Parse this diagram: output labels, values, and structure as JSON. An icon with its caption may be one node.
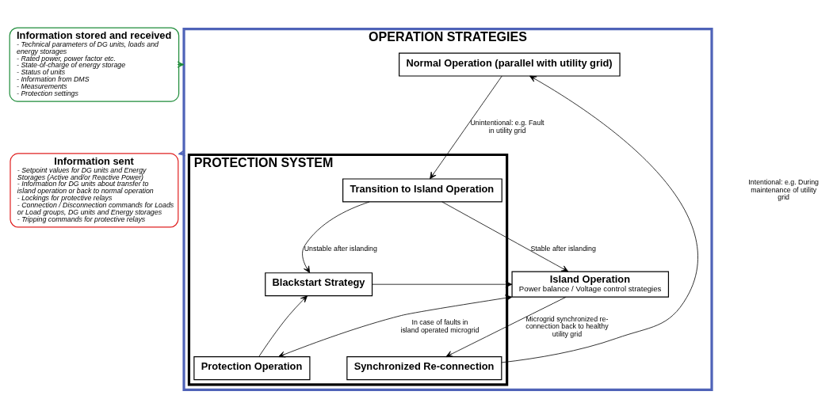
{
  "diagram": {
    "nodes": [
      {
        "text": [
          "Information stored and received",
          "- Technical parameters of DG units, loads and energy storages",
          "- Rated power, power factor etc.",
          "- State-of-charge of energy storage",
          "- Status of units",
          "- Information from DMS",
          "- Measurements",
          "- Protection settings"
        ]
      },
      {
        "text": [
          "Information sent",
          "- Setpoint values for DG units and Energy Storages (Active and/or Reactive Power)",
          "- Information for DG units about transfer to island operation or back to normal operation",
          "- Lockings for protective relays",
          "- Connection / Disconnection commands for Loads or Load groups, DG units and Energy storages",
          "- Tripping commands for protective relays"
        ]
      },
      {
        "text": [
          "OPERATION STRATEGIES"
        ]
      },
      {
        "text": [
          "Normal Operation (parallel with utility grid)"
        ],
        "in": 2
      },
      {
        "text": [
          "PROTECTION SYSTEM"
        ],
        "in": 2
      },
      {
        "text": [
          "Transition to Island Operation"
        ],
        "in": 4
      },
      {
        "text": [
          "Island Operation",
          "Power balance / Voltage control strategies"
        ],
        "in": 2
      },
      {
        "text": [
          "Blackstart Strategy"
        ],
        "in": 4
      },
      {
        "text": [
          "Synchronized Re-connection"
        ],
        "in": 4
      },
      {
        "text": [
          "Protection Operation"
        ],
        "in": 4
      }
    ],
    "edges": [
      {
        "from": 0,
        "to": 2,
        "arrow": "to",
        "color": "#1e8c3a"
      },
      {
        "from": 2,
        "to": 1,
        "arrow": "to",
        "color": "#4f63b8"
      },
      {
        "from": 3,
        "to": 5,
        "arrow": "to",
        "label": "Unintentional: e.g. Fault in utility grid"
      },
      {
        "from": 5,
        "to": 6,
        "arrow": "to",
        "label": "Stable after islanding"
      },
      {
        "from": 5,
        "to": 7,
        "arrow": "to",
        "label": "Unstable after islanding"
      },
      {
        "from": 7,
        "to": 6,
        "arrow": "to"
      },
      {
        "from": 6,
        "to": 8,
        "arrow": "to",
        "label": "Microgrid synchronized re-connection back to healthy utility grid"
      },
      {
        "from": 8,
        "to": 3,
        "arrow": "to"
      },
      {
        "from": 6,
        "to": 9,
        "arrow": "both",
        "label": "In case of faults in island operated microgrid"
      },
      {
        "from": 9,
        "to": 7,
        "arrow": "to"
      }
    ],
    "labels": [
      "Intentional: e.g. During maintenance of utility grid"
    ]
  }
}
